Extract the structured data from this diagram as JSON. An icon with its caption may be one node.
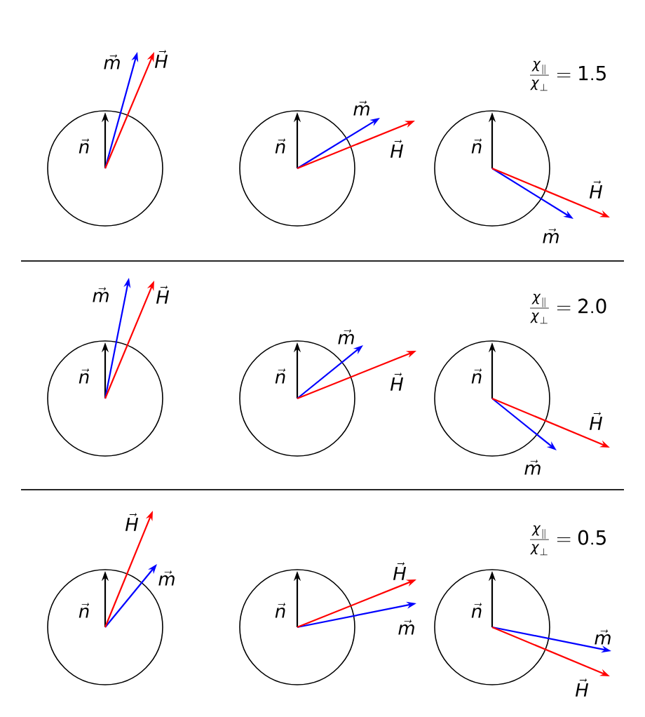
{
  "diagram": {
    "labels": [
      "\\vec{m}",
      "\\vec{H}",
      "\\frac{\\chi_\\parallel}{\\chi_\\perp} = 1.5",
      "\\vec{n}",
      "\\vec{m}",
      "\\vec{n}",
      "\\vec{H}",
      "\\vec{n}",
      "\\vec{H}",
      "\\vec{m}",
      "\\vec{m}",
      "\\vec{H}",
      "\\frac{\\chi_\\parallel}{\\chi_\\perp} = 2.0",
      "\\vec{m}",
      "\\vec{n}",
      "\\vec{n}",
      "\\vec{H}",
      "\\vec{n}",
      "\\vec{H}",
      "\\vec{m}",
      "\\vec{H}",
      "\\frac{\\chi_\\parallel}{\\chi_\\perp} = 0.5",
      "\\vec{m}",
      "\\vec{H}",
      "\\vec{n}",
      "\\vec{n}",
      "\\vec{m}",
      "\\vec{n}",
      "\\vec{m}",
      "\\vec{H}"
    ]
  }
}
